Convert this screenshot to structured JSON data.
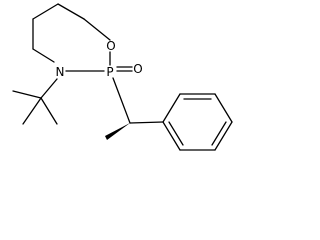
{
  "molecule": {
    "atoms": {
      "oxygen_ring": "O",
      "phosphorus": "P",
      "oxygen_double": "O",
      "nitrogen": "N"
    },
    "colors": {
      "ink": "#000000",
      "background": "#ffffff"
    }
  }
}
